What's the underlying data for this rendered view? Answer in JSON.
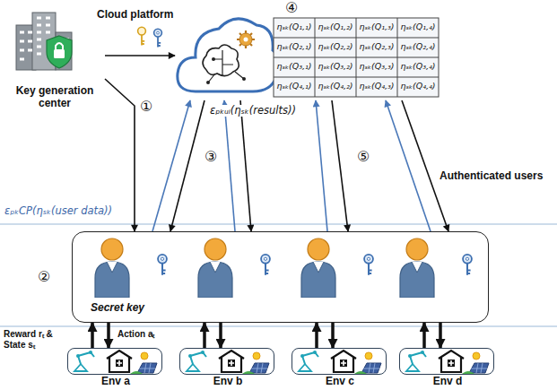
{
  "diagram": {
    "nodes": [
      {
        "text": [
          "Key generation center"
        ]
      },
      {
        "text": [
          "Cloud platform"
        ]
      },
      {
        "text": [
          "Secret key"
        ]
      },
      {
        "text": [
          "Env a"
        ]
      },
      {
        "text": [
          "Env b"
        ]
      },
      {
        "text": [
          "Env c"
        ]
      },
      {
        "text": [
          "Env d"
        ]
      }
    ],
    "edges": [
      {
        "from": 0,
        "to": 1,
        "arrow": "to"
      },
      {
        "from": 0,
        "to": 2,
        "arrow": "to"
      },
      {
        "from": 2,
        "to": 1,
        "arrow": "to"
      },
      {
        "from": 1,
        "to": 2,
        "arrow": "to"
      },
      {
        "from": 2,
        "to": 1,
        "arrow": "to"
      },
      {
        "from": 1,
        "to": 2,
        "arrow": "to"
      },
      {
        "from": 2,
        "to": 1,
        "arrow": "to"
      },
      {
        "from": 1,
        "to": 2,
        "arrow": "to"
      },
      {
        "from": 2,
        "to": 1,
        "arrow": "to"
      },
      {
        "from": 1,
        "to": 2,
        "arrow": "to"
      },
      {
        "from": 3,
        "to": 2,
        "label": "Reward rₜ & State sₜ",
        "arrow": "to"
      },
      {
        "from": 2,
        "to": 3,
        "label": "Action aₜ",
        "arrow": "to"
      },
      {
        "from": 4,
        "to": 2,
        "arrow": "to"
      },
      {
        "from": 2,
        "to": 4,
        "arrow": "to"
      },
      {
        "from": 5,
        "to": 2,
        "arrow": "to"
      },
      {
        "from": 2,
        "to": 5,
        "arrow": "to"
      },
      {
        "from": 6,
        "to": 2,
        "arrow": "to"
      },
      {
        "from": 2,
        "to": 6,
        "arrow": "to"
      }
    ],
    "labels": [
      "①",
      "②",
      "③",
      "④",
      "⑤",
      "εₚₖCP(ηₛₖ(user data))",
      "εₚₖᵤᵢ(ηₛₖ(results))",
      "Authenticated users",
      "ηₛₖ(Q₁,₁)",
      "ηₛₖ(Q₁,₂)",
      "ηₛₖ(Q₁,₃)",
      "ηₛₖ(Q₁,₄)",
      "ηₛₖ(Q₂,₁)",
      "ηₛₖ(Q₂,₂)",
      "ηₛₖ(Q₂,₃)",
      "ηₛₖ(Q₂,₄)",
      "ηₛₖ(Q₃,₁)",
      "ηₛₖ(Q₃,₂)",
      "ηₛₖ(Q₃,₃)",
      "ηₛₖ(Q₃,₄)",
      "ηₛₖ(Q₄,₁)",
      "ηₛₖ(Q₄,₂)",
      "ηₛₖ(Q₄,₃)",
      "ηₛₖ(Q₄,₄)"
    ]
  }
}
